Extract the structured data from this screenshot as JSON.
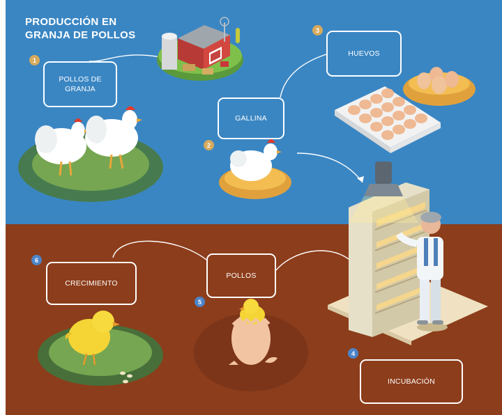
{
  "title": "PRODUCCIÓN EN\nGRANJA DE POLLOS",
  "steps": [
    {
      "num": "1",
      "label": "POLLOS DE\nGRANJA"
    },
    {
      "num": "2",
      "label": "GALLINA"
    },
    {
      "num": "3",
      "label": "HUEVOS"
    },
    {
      "num": "4",
      "label": "INCUBACIÓN"
    },
    {
      "num": "5",
      "label": "POLLOS"
    },
    {
      "num": "6",
      "label": "CRECIMIENTO"
    }
  ],
  "colors": {
    "sky": "#3a86c3",
    "soil": "#8c3d1b",
    "badge_top": "#d7aa5c",
    "badge_bottom": "#4d84c8",
    "box_border": "#ffffff"
  },
  "icons": [
    "farm-icon",
    "chicken-icon",
    "hen-icon",
    "egg-tray-icon",
    "egg-nest-icon",
    "incubator-icon",
    "farmer-icon",
    "hatching-egg-icon",
    "chick-icon"
  ]
}
